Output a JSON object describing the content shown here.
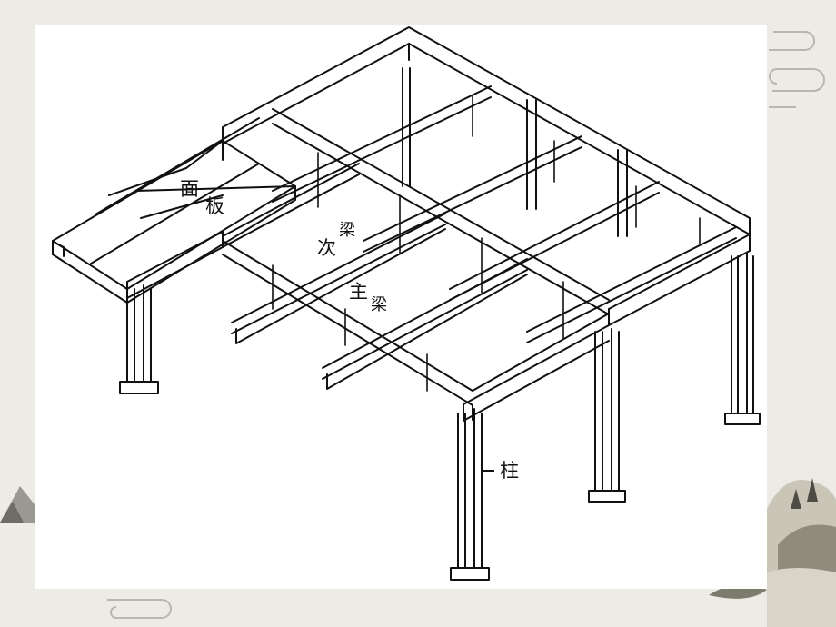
{
  "labels": {
    "panel_1": "面",
    "panel_2": "板",
    "secondary_beam_1": "次",
    "secondary_beam_2": "梁",
    "main_beam_1": "主",
    "main_beam_2": "梁",
    "column": "柱"
  },
  "colors": {
    "background": "#ecebe6",
    "panel": "#ffffff",
    "ink": "#111111",
    "decor": "#b9b7ad"
  },
  "icons": [
    "swirl-cloud-icon",
    "mountain-icon",
    "ink-landscape-icon"
  ]
}
